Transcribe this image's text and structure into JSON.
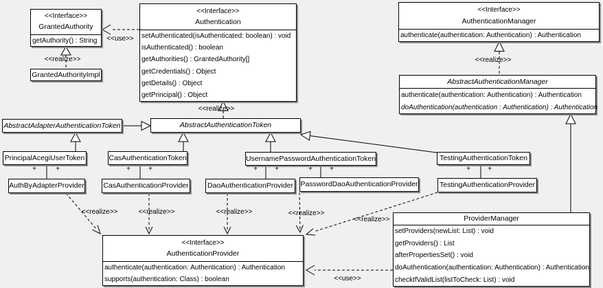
{
  "labels": {
    "interface_stereotype": "<<Interface>>",
    "realize": "<<realize>>",
    "use": "<<use>>",
    "plus": "+"
  },
  "classes": {
    "granted_authority": {
      "stereotype": "<<Interface>>",
      "name": "GrantedAuthority",
      "methods": [
        "getAuthority() : String"
      ]
    },
    "granted_authority_impl": {
      "name": "GrantedAuthorityImpl"
    },
    "authentication": {
      "stereotype": "<<Interface>>",
      "name": "Authentication",
      "methods": [
        "setAuthenticated(isAuthenticated: boolean) : void",
        "isAuthenticated() : boolean",
        "getAuthorities() : GrantedAuthority[]",
        "getCredentials() : Object",
        "getDetails() : Object",
        "getPrincipal() : Object"
      ]
    },
    "authentication_manager": {
      "stereotype": "<<Interface>>",
      "name": "AuthenticationManager",
      "methods": [
        "authenticate(authentication: Authentication) : Authentication"
      ]
    },
    "abstract_authentication_manager": {
      "name": "AbstractAuthenticationManager",
      "methods": [
        "authenticate(authentication: Authentication) : Authentication",
        "doAuthentication(authentication : Authentication) : Authentication"
      ]
    },
    "abstract_adapter_authentication_token": {
      "name": "AbstractAdapterAuthenticationToken"
    },
    "abstract_authentication_token": {
      "name": "AbstractAuthenticationToken"
    },
    "principal_acegi_user_token": {
      "name": "PrincipalAcegiUserToken"
    },
    "cas_authentication_token": {
      "name": "CasAuthenticationToken"
    },
    "username_password_authentication_token": {
      "name": "UsernamePasswordAuthenticationToken"
    },
    "testing_authentication_token": {
      "name": "TestingAuthenticationToken"
    },
    "auth_by_adapter_provider": {
      "name": "AuthByAdapterProvider"
    },
    "cas_authentication_provider": {
      "name": "CasAuthenticationProvider"
    },
    "dao_authentication_provider": {
      "name": "DaoAuthenticationProvider"
    },
    "password_dao_authentication_provider": {
      "name": "PasswordDaoAuthenticationProvider"
    },
    "testing_authentication_provider": {
      "name": "TestingAuthenticationProvider"
    },
    "authentication_provider": {
      "stereotype": "<<Interface>>",
      "name": "AuthenticationProvider",
      "methods": [
        "authenticate(authentication: Authentication) : Authentication",
        "supports(authentication: Class) : boolean"
      ]
    },
    "provider_manager": {
      "name": "ProviderManager",
      "methods": [
        "setProviders(newList: List) : void",
        "getProviders() : List",
        "afterPropertiesSet() : void",
        "doAuthentication(authentication: Authentication) : Authentication",
        "checkIfValidList(listToCheck: List) : void"
      ]
    }
  },
  "colors": {
    "background": "#f0f0f0",
    "box_fill": "#ffffff",
    "border": "#000000",
    "shadow": "#8c8c8c"
  }
}
